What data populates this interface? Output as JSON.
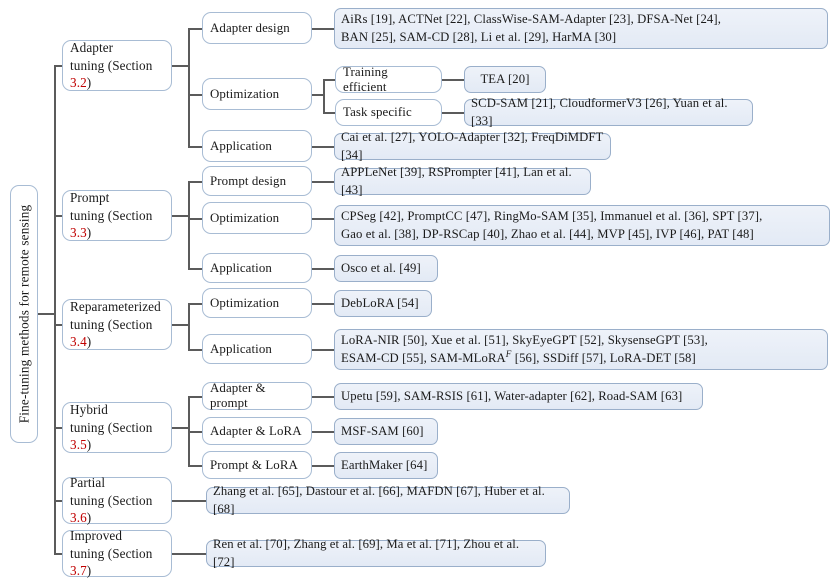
{
  "diagram": {
    "title": "Fine-tuning methods for remote sensing",
    "root_label": "Fine-tuning methods for remote sensing",
    "colors": {
      "leaf_fill": "#e6ecf6",
      "box_border": "#9fb4cf",
      "line": "#5b5b5b",
      "section_number": "#c00000",
      "text": "#1a1a1a",
      "background": "#ffffff"
    }
  },
  "categories": [
    {
      "id": "adapter",
      "label_line1": "Adapter",
      "label_line2": "tuning (Section ",
      "section": "3.2",
      "children": [
        {
          "id": "adapter-design",
          "label": "Adapter design",
          "leaf": "AiRs [19], ACTNet [22], ClassWise-SAM-Adapter [23], DFSA-Net [24],\nBAN [25], SAM-CD [28], Li et al. [29], HarMA [30]"
        },
        {
          "id": "adapter-optimization",
          "label": "Optimization",
          "subchildren": [
            {
              "id": "training-efficient",
              "label": "Training efficient",
              "leaf": "TEA [20]"
            },
            {
              "id": "task-specific",
              "label": "Task specific",
              "leaf": "SCD-SAM [21], CloudformerV3 [26], Yuan et al. [33]"
            }
          ]
        },
        {
          "id": "adapter-application",
          "label": "Application",
          "leaf": "Cai et al. [27], YOLO-Adapter [32], FreqDiMDFT [34]"
        }
      ]
    },
    {
      "id": "prompt",
      "label_line1": "Prompt",
      "label_line2": "tuning (Section ",
      "section": "3.3",
      "children": [
        {
          "id": "prompt-design",
          "label": "Prompt design",
          "leaf": "APPLeNet [39], RSPrompter [41], Lan et al. [43]"
        },
        {
          "id": "prompt-optimization",
          "label": "Optimization",
          "leaf": "CPSeg [42], PromptCC [47], RingMo-SAM [35], Immanuel  et al. [36], SPT [37],\nGao et al. [38], DP-RSCap [40], Zhao et al. [44], MVP [45], IVP [46], PAT [48]"
        },
        {
          "id": "prompt-application",
          "label": "Application",
          "leaf": "Osco et al. [49]"
        }
      ]
    },
    {
      "id": "reparameterized",
      "label_line1": "Reparameterized",
      "label_line2": "tuning (Section ",
      "section": "3.4",
      "children": [
        {
          "id": "repar-optimization",
          "label": "Optimization",
          "leaf": "DebLoRA [54]"
        },
        {
          "id": "repar-application",
          "label": "Application",
          "leaf_html": "LoRA-NIR [50], Xue et al. [51], SkyEyeGPT [52], SkysenseGPT [53],<br>ESAM-CD [55], SAM-MLoRA<sup class=\"ital\">F</sup> [56], SSDiff [57], LoRA-DET [58]"
        }
      ]
    },
    {
      "id": "hybrid",
      "label_line1": "Hybrid",
      "label_line2": "tuning (Section ",
      "section": "3.5",
      "children": [
        {
          "id": "adapter-and-prompt",
          "label": "Adapter & prompt",
          "leaf": "Upetu [59], SAM-RSIS [61], Water-adapter [62], Road-SAM [63]"
        },
        {
          "id": "adapter-and-lora",
          "label": "Adapter & LoRA",
          "leaf": "MSF-SAM [60]"
        },
        {
          "id": "prompt-and-lora",
          "label": "Prompt & LoRA",
          "leaf": "EarthMaker [64]"
        }
      ]
    },
    {
      "id": "partial",
      "label_line1": "Partial",
      "label_line2": "tuning (Section ",
      "section": "3.6",
      "direct_leaf": "Zhang et al. [65], Dastour et al. [66], MAFDN [67], Huber et al. [68]"
    },
    {
      "id": "improved",
      "label_line1": "Improved",
      "label_line2": "tuning (Section ",
      "section": "3.7",
      "direct_leaf": "Ren et al. [70], Zhang et al. [69], Ma et al. [71], Zhou et al. [72]"
    }
  ]
}
